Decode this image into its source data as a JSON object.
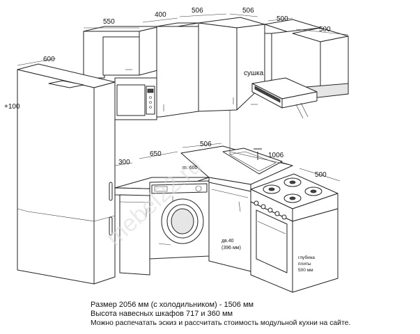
{
  "dimensions": {
    "top_550": "550",
    "top_400": "400",
    "top_506": "506",
    "top_506b": "506",
    "top_500": "500",
    "top_500b": "500",
    "fridge_600": "600",
    "fridge_plus100": "+100",
    "base_300": "300",
    "base_650": "650",
    "base_506": "506",
    "base_1006": "1006",
    "base_500": "500"
  },
  "labels": {
    "dryer": "сушка",
    "sink_note": "m. 600",
    "dishwasher_line1": "дв.40",
    "dishwasher_line2": "(396 мм)",
    "stove_depth_line1": "глубина",
    "stove_depth_line2": "плиты",
    "stove_depth_line3": "500 мм"
  },
  "watermark": "mebel22.ru",
  "caption": {
    "line1": "Размер 2056 мм (с холодильником) - 1506 мм",
    "line2": "Высота навесных шкафов 717 и 360 мм",
    "line3": "Можно распечатать эскиз и рассчитать стоимость модульной кухни на сайте."
  }
}
